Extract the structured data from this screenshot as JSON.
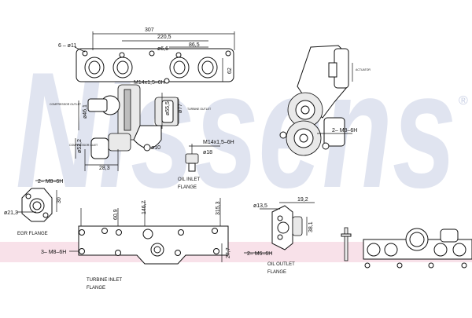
{
  "watermark": {
    "brand": "Nissens",
    "registered": "®",
    "color": "#c8cfe4"
  },
  "highlight_band_color": "#f6d9e4",
  "dimensions": {
    "top_length": "307",
    "top_span": "220,5",
    "top_pitch": "86,5",
    "holes_count": "6 – ø11",
    "hole_dia": "ø6,6",
    "flange_height": "62",
    "thread_left": "M14x1,5–6H",
    "dia_46": "ø46,1",
    "dia_55": "ø55,5",
    "dia_77": "ø77",
    "dia_10": "ø10",
    "dia_52": "ø52,2",
    "len_28": "28,3",
    "thread_right": "M14x1,5–6H",
    "dia_18": "ø18",
    "side_thread": "2– M8–6H",
    "egr_thread": "2– M8–6H",
    "egr_30": "30",
    "egr_dia": "ø21,3",
    "ti_60": "60,9",
    "ti_146": "146,7",
    "ti_315": "315,3",
    "ti_thread": "3– M8–6H",
    "ti_27": "27,7",
    "oo_dia": "ø13,5",
    "oo_19": "19,2",
    "oo_38": "38,1",
    "oo_thread": "2– M6–6H"
  },
  "labels": {
    "oil_inlet": [
      "OIL INLET",
      "FLANGE"
    ],
    "egr_flange": "EGR FLANGE",
    "turbine_inlet": [
      "TURBINE INLET",
      "FLANGE"
    ],
    "oil_outlet": [
      "OIL OUTLET",
      "FLANGE"
    ],
    "small_notes": [
      "COMPRESSOR OUTLET",
      "COMPRESSOR INLET",
      "TURBINE OUTLET",
      "ACTUATOR"
    ]
  }
}
